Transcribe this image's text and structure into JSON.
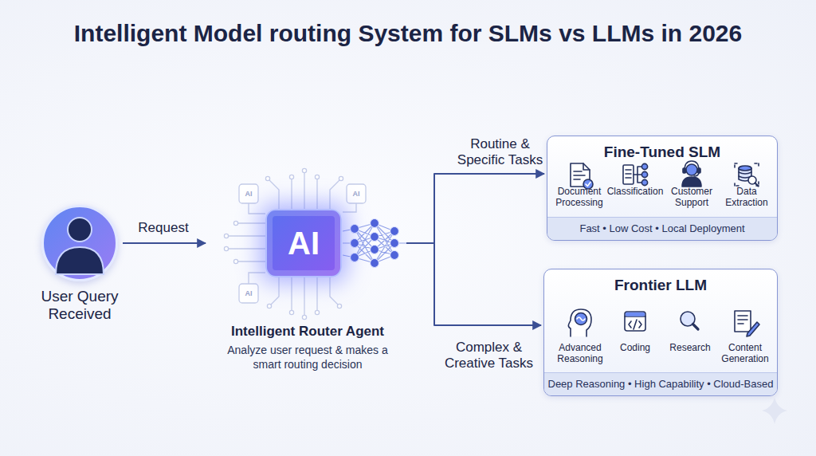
{
  "diagram": {
    "title": "Intelligent Model routing System for SLMs vs LLMs in 2026",
    "nodes": [
      {
        "text": [
          "User Query Received"
        ]
      },
      {
        "text": [
          "AI",
          "Intelligent Router Agent",
          "Analyze user request & makes a smart routing decision"
        ]
      },
      {
        "text": [
          "Fine-Tuned SLM"
        ]
      },
      {
        "text": [
          "Fast • Low Cost • Local Deployment"
        ],
        "in": 2
      },
      {
        "text": [
          "Frontier LLM"
        ]
      },
      {
        "text": [
          "Deep Reasoning • High Capability • Cloud-Based"
        ],
        "in": 4
      }
    ],
    "edges": [
      {
        "from": 0,
        "to": 1,
        "arrow": "to",
        "label": "Request"
      },
      {
        "from": 1,
        "to": 2,
        "arrow": "to",
        "label": "Routine & Specific Tasks"
      },
      {
        "from": 1,
        "to": 4,
        "arrow": "to",
        "label": "Complex & Creative Tasks"
      }
    ],
    "labels": [
      "AI",
      "AI",
      "AI",
      "Document Processing",
      "Classification",
      "Customer Support",
      "Data Extraction",
      "Advanced Reasoning",
      "Coding",
      "Research",
      "Content Generation"
    ]
  }
}
